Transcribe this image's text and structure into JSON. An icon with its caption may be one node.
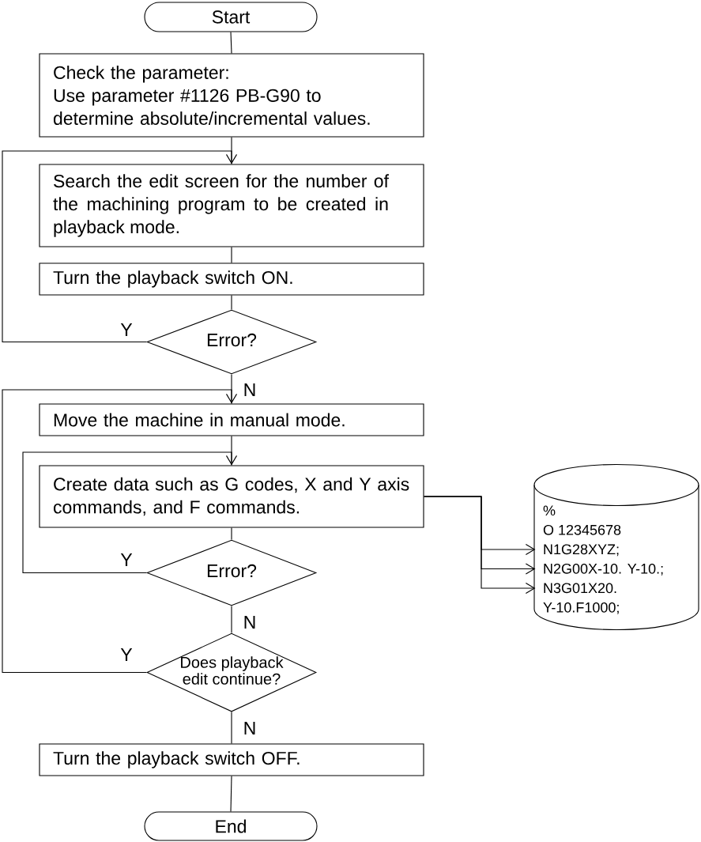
{
  "diagram": {
    "nodes": [
      {
        "text": [
          "Start"
        ]
      },
      {
        "text": [
          "Check the parameter:",
          "Use parameter #1126 PB-G90 to determine absolute/incremental values."
        ]
      },
      {
        "text": [
          "Search the edit screen for the number of the machining program to be created in playback mode."
        ]
      },
      {
        "text": [
          "Turn the playback switch ON."
        ]
      },
      {
        "text": [
          "Error?"
        ]
      },
      {
        "text": [
          "Move the machine in manual mode."
        ]
      },
      {
        "text": [
          "Create data such as G codes, X and Y axis commands, and F commands."
        ]
      },
      {
        "text": [
          "Error?"
        ]
      },
      {
        "text": [
          "Does playback edit continue?"
        ]
      },
      {
        "text": [
          "Turn the playback switch OFF."
        ]
      },
      {
        "text": [
          "End"
        ]
      },
      {
        "text": [
          "%",
          "O 12345678",
          "N1G28XYZ;",
          "N2G00X-10. Y-10.;",
          "N3G01X20. Y-10.F1000;"
        ]
      }
    ],
    "edges": [
      {
        "from": 0,
        "to": 1,
        "arrow": "none"
      },
      {
        "from": 1,
        "to": 2,
        "arrow": "none"
      },
      {
        "from": 2,
        "to": 3,
        "arrow": "none"
      },
      {
        "from": 3,
        "to": 4,
        "arrow": "none"
      },
      {
        "from": 4,
        "to": 2,
        "arrow": "to",
        "label": "Y"
      },
      {
        "from": 4,
        "to": 5,
        "arrow": "none",
        "label": "N"
      },
      {
        "from": 5,
        "to": 6,
        "arrow": "none"
      },
      {
        "from": 6,
        "to": 7,
        "arrow": "none"
      },
      {
        "from": 7,
        "to": 6,
        "arrow": "to",
        "label": "Y"
      },
      {
        "from": 7,
        "to": 8,
        "arrow": "none",
        "label": "N"
      },
      {
        "from": 8,
        "to": 5,
        "arrow": "to",
        "label": "Y"
      },
      {
        "from": 8,
        "to": 9,
        "arrow": "none",
        "label": "N"
      },
      {
        "from": 9,
        "to": 10,
        "arrow": "none"
      },
      {
        "from": 6,
        "to": 11,
        "arrow": "to"
      },
      {
        "from": 6,
        "to": 11,
        "arrow": "to"
      },
      {
        "from": 6,
        "to": 11,
        "arrow": "to"
      }
    ]
  }
}
